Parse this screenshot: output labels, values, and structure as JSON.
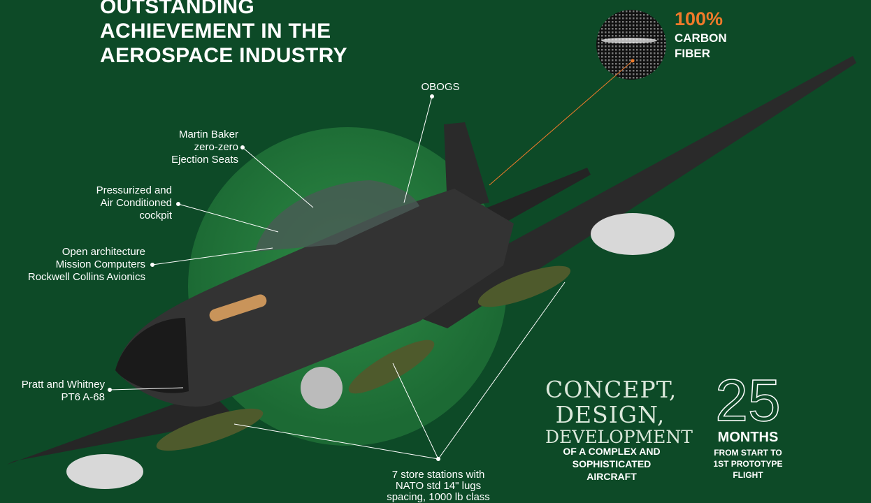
{
  "title_lines": [
    "OUTSTANDING",
    "ACHIEVEMENT IN THE",
    "AEROSPACE INDUSTRY"
  ],
  "carbon": {
    "percent": "100%",
    "line1": "CARBON",
    "line2": "FIBER"
  },
  "labels": {
    "obogs": "OBOGS",
    "seats": [
      "Martin Baker",
      "zero-zero",
      "Ejection Seats"
    ],
    "cockpit": [
      "Pressurized and",
      "Air Conditioned",
      "cockpit"
    ],
    "computers": [
      "Open architecture",
      "Mission Computers",
      "Rockwell Collins Avionics"
    ],
    "engine": [
      "Pratt and Whitney",
      "PT6 A-68"
    ],
    "stores": [
      "7 store stations with",
      "NATO std 14\" lugs",
      "spacing, 1000 lb class"
    ]
  },
  "concept": {
    "lines": [
      "CONCEPT,",
      "DESIGN,",
      "DEVELOPMENT"
    ],
    "sub": [
      "OF A COMPLEX AND",
      "SOPHISTICATED",
      "AIRCRAFT"
    ]
  },
  "months": {
    "number": "25",
    "label": "MONTHS",
    "sub": [
      "FROM START TO",
      "1ST PROTOTYPE",
      "FLIGHT"
    ]
  },
  "colors": {
    "background": "#0d4a27",
    "accent": "#f07a2a",
    "circle": "#1e6b36"
  }
}
